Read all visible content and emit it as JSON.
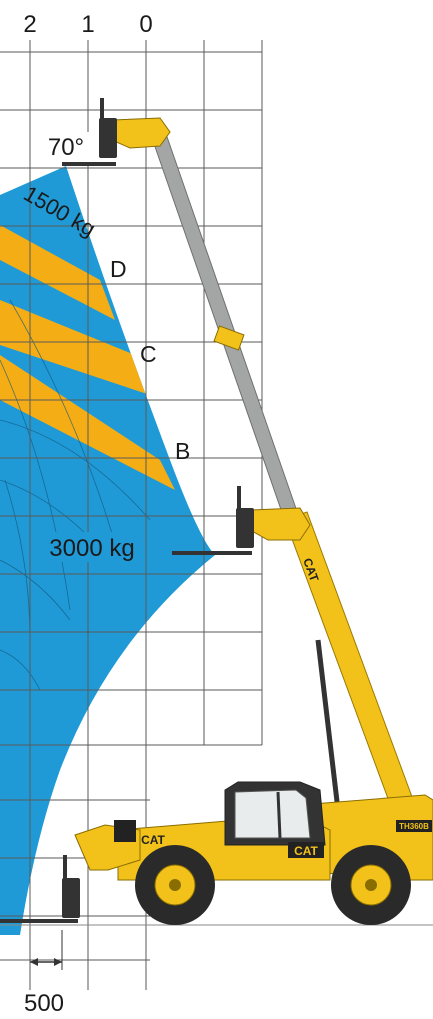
{
  "axis": {
    "top_ticks": [
      "2",
      "1",
      "0"
    ],
    "bottom_dimension": "500"
  },
  "zones": {
    "d": "D",
    "c": "C",
    "b": "B"
  },
  "loads": {
    "top": "1500 kg",
    "middle": "3000 kg"
  },
  "angle_label": "70°",
  "machine": {
    "brand": "CAT",
    "model": "TH360B"
  },
  "colors": {
    "zone_blue": "#1f9ad6",
    "zone_yellow": "#f5ad16",
    "machine_yellow": "#f2c21b",
    "boom_grey": "#a3a6a5",
    "grid": "#5a5a5a"
  }
}
